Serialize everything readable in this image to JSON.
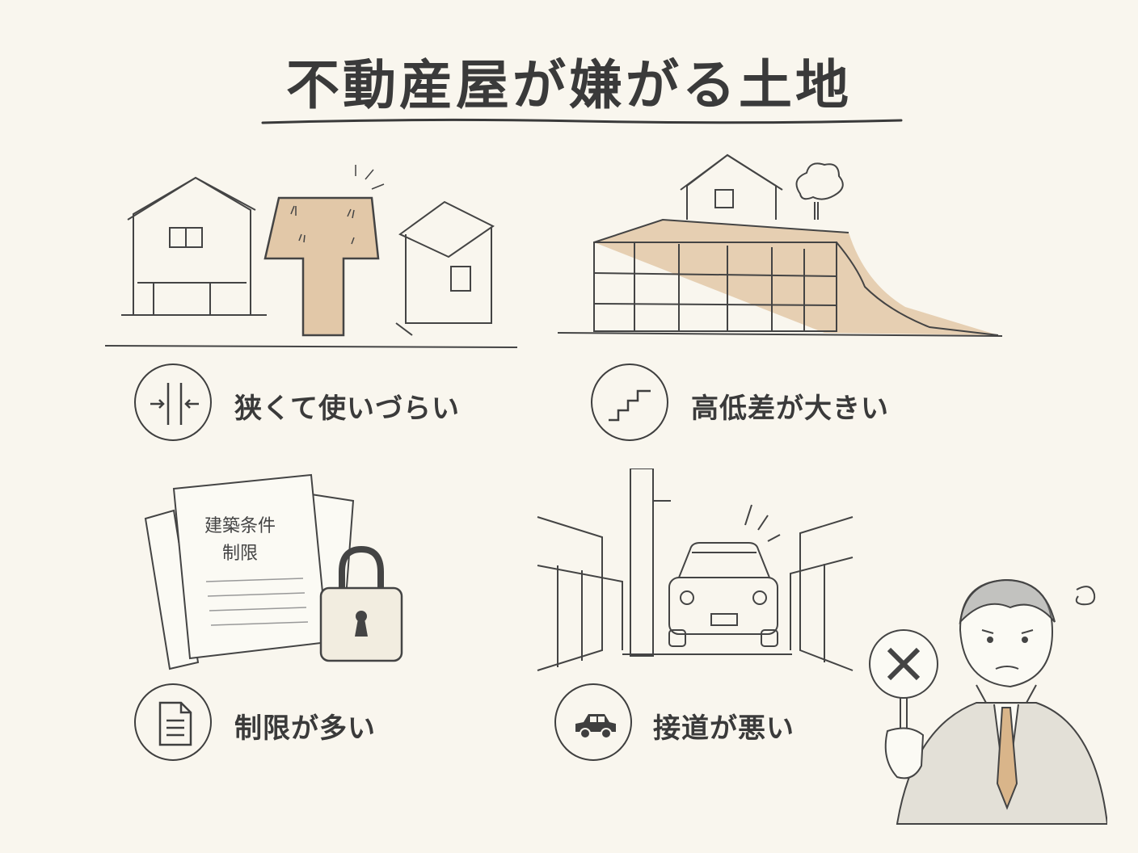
{
  "title": "不動産屋が嫌がる土地",
  "items": [
    {
      "label": "狭くて使いづらい",
      "icon": "narrow-arrows-icon"
    },
    {
      "label": "高低差が大きい",
      "icon": "stairs-icon"
    },
    {
      "label": "制限が多い",
      "icon": "document-icon"
    },
    {
      "label": "接道が悪い",
      "icon": "car-icon"
    }
  ],
  "document": {
    "line1": "建築条件",
    "line2": "制限"
  },
  "colors": {
    "background": "#f9f6ee",
    "ink": "#3a3a3a",
    "accent": "#d9b58a"
  }
}
